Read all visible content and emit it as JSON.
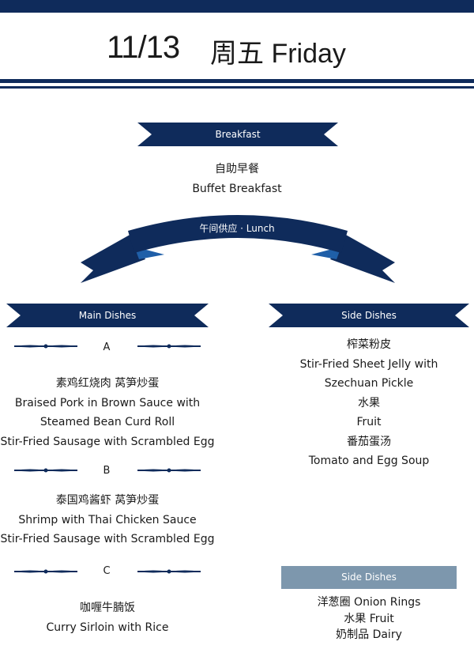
{
  "header": {
    "date": "11/13",
    "day": "周五 Friday"
  },
  "breakfast": {
    "label": "Breakfast",
    "items": [
      "自助早餐",
      "Buffet Breakfast"
    ]
  },
  "lunch": {
    "label": "午间供应 · Lunch"
  },
  "main_dishes": {
    "label": "Main Dishes",
    "sets": [
      {
        "letter": "A",
        "items": [
          "素鸡红烧肉  莴笋炒蛋",
          "Braised Pork in Brown Sauce with",
          "Steamed Bean Curd Roll",
          "Stir-Fried Sausage with Scrambled Egg"
        ]
      },
      {
        "letter": "B",
        "items": [
          "泰国鸡酱虾  莴笋炒蛋",
          "Shrimp with Thai Chicken Sauce",
          "Stir-Fried Sausage with Scrambled Egg"
        ]
      },
      {
        "letter": "C",
        "items": [
          "咖喱牛腩饭",
          "Curry Sirloin with Rice"
        ]
      }
    ]
  },
  "side_dishes": {
    "label": "Side Dishes",
    "items": [
      "榨菜粉皮",
      "Stir-Fried Sheet Jelly with",
      "Szechuan Pickle",
      "水果",
      "Fruit",
      "番茄蛋汤",
      "Tomato and Egg Soup"
    ]
  },
  "side_dishes_2": {
    "label": "Side Dishes",
    "items": [
      "洋葱圈 Onion Rings",
      "水果 Fruit",
      "奶制品 Dairy"
    ]
  },
  "colors": {
    "navy": "#0f2b5b",
    "accent_blue": "#1f5fa8",
    "grey_box": "#7d97ad"
  }
}
